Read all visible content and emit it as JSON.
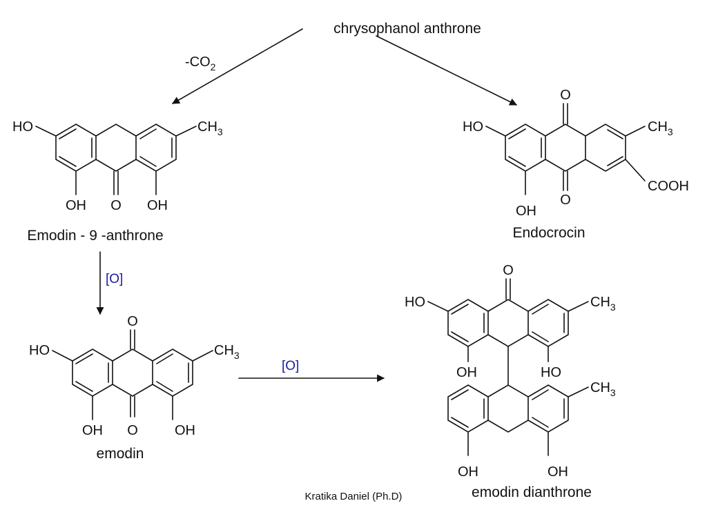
{
  "compounds": {
    "chrysophanol_anthrone": {
      "name": "chrysophanol anthrone"
    },
    "emodin_anthrone": {
      "name": "Emodin - 9 -anthrone",
      "ho": "HO",
      "ch3": "CH3",
      "oh1": "OH",
      "oxo": "O",
      "oh2": "OH"
    },
    "endocrocin": {
      "name": "Endocrocin",
      "ho": "HO",
      "ch3": "CH3",
      "cooh": "COOH",
      "oh": "OH",
      "oxo_top": "O",
      "oxo_bottom": "O"
    },
    "emodin": {
      "name": "emodin",
      "ho": "HO",
      "ch3": "CH3",
      "oh1": "OH",
      "oh2": "OH",
      "oxo_top": "O",
      "oxo_bottom": "O"
    },
    "emodin_dianthrone": {
      "name": "emodin dianthrone",
      "upper": {
        "ho": "HO",
        "ch3": "CH3",
        "oh1": "OH",
        "oh2": "HO",
        "oxo": "O"
      },
      "lower": {
        "ch3": "CH3",
        "oh1": "OH",
        "oh2": "OH"
      }
    }
  },
  "reactions": {
    "decarboxylation": {
      "label_main": "-CO",
      "label_sub": "2"
    },
    "oxidation_1": {
      "label": "[O]",
      "color": "#1a1a9c"
    },
    "oxidation_2": {
      "label": "[O]",
      "color": "#1a1a9c"
    }
  },
  "credit": "Kratika Daniel (Ph.D)"
}
